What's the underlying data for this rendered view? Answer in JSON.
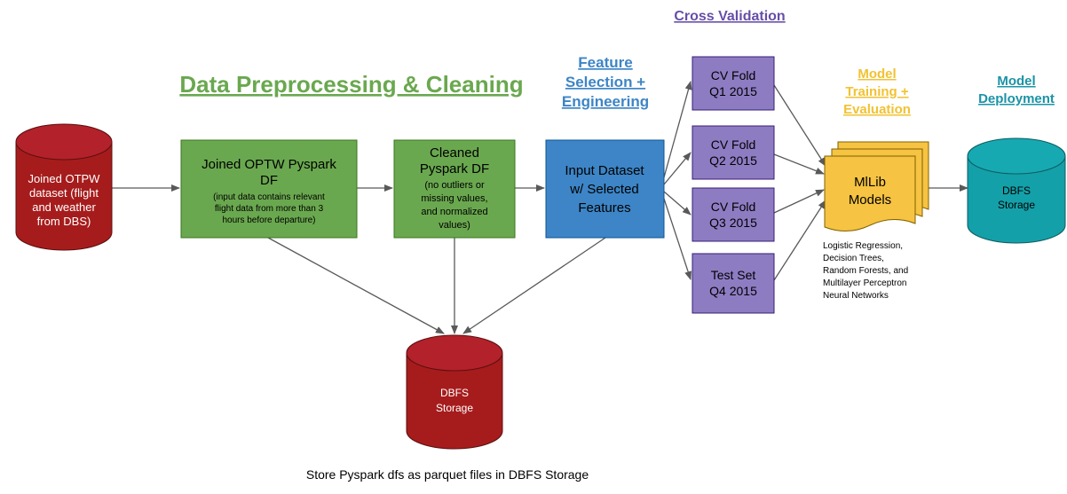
{
  "colors": {
    "green_heading": "#6aa84f",
    "blue_heading": "#3d85c6",
    "purple_heading": "#674ea7",
    "yellow_heading": "#f1c232",
    "teal_heading": "#1b93a6",
    "green_box": "#6aa84f",
    "green_border": "#38761d",
    "blue_box": "#3d85c6",
    "blue_border": "#0b5394",
    "purple_box": "#8e7cc3",
    "purple_border": "#351c75",
    "red_cylinder": "#a61c1c",
    "red_cylinder_top": "#b3212b",
    "teal_cylinder": "#14a0a8",
    "yellow_doc": "#f6c342",
    "arrow": "#595959"
  },
  "headings": {
    "data_preprocessing": "Data Preprocessing & Cleaning",
    "feature_line1": "Feature",
    "feature_line2": "Selection +",
    "feature_line3": "Engineering",
    "cross_validation": "Cross Validation",
    "model_training_line1": "Model",
    "model_training_line2": "Training +",
    "model_training_line3": "Evaluation",
    "model_deployment_line1": "Model",
    "model_deployment_line2": "Deployment"
  },
  "source_db": {
    "line1": "Joined OTPW",
    "line2": "dataset (flight",
    "line3": "and weather",
    "line4": "from DBS)"
  },
  "joined_df": {
    "title_line1": "Joined OPTW Pyspark",
    "title_line2": "DF",
    "note_line1": "(input data contains relevant",
    "note_line2": "flight data from more than 3",
    "note_line3": "hours before departure)"
  },
  "cleaned_df": {
    "title_line1": "Cleaned",
    "title_line2": "Pyspark DF",
    "note_line1": "(no outliers or",
    "note_line2": "missing values,",
    "note_line3": "and normalized",
    "note_line4": "values)"
  },
  "input_dataset": {
    "line1": "Input Dataset",
    "line2": "w/ Selected",
    "line3": "Features"
  },
  "folds": [
    {
      "line1": "CV Fold",
      "line2": "Q1 2015"
    },
    {
      "line1": "CV Fold",
      "line2": "Q2 2015"
    },
    {
      "line1": "CV Fold",
      "line2": "Q3 2015"
    },
    {
      "line1": "Test Set",
      "line2": "Q4 2015"
    }
  ],
  "models": {
    "label_line1": "MlLib",
    "label_line2": "Models",
    "list_line1": "Logistic Regression,",
    "list_line2": "Decision Trees,",
    "list_line3": "Random Forests, and",
    "list_line4": "Multilayer Perceptron",
    "list_line5": "Neural Networks"
  },
  "storage_center": {
    "line1": "DBFS",
    "line2": "Storage"
  },
  "storage_right": {
    "line1": "DBFS",
    "line2": "Storage"
  },
  "footer": {
    "caption": "Store Pyspark dfs as parquet files in DBFS Storage"
  }
}
